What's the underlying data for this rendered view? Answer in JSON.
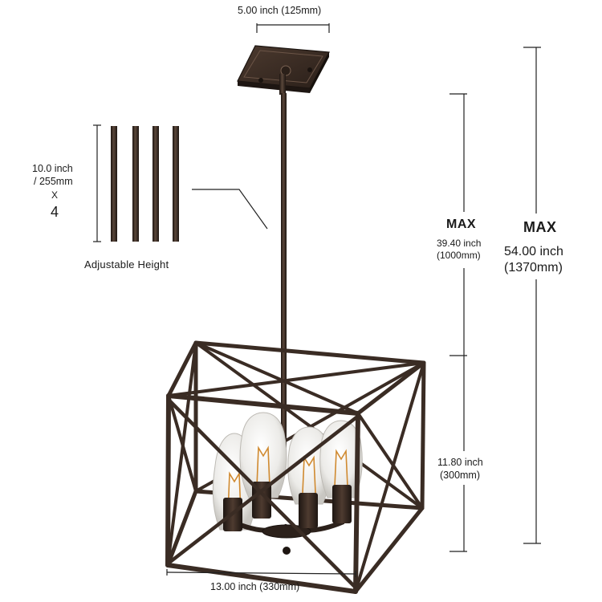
{
  "canopy_width": {
    "text": "5.00 inch (125mm)"
  },
  "extension_rods": {
    "length_line1": "10.0 inch",
    "length_line2": "/ 255mm",
    "times": "X",
    "count": "4",
    "caption": "Adjustable Height"
  },
  "max_rod_height": {
    "title": "MAX",
    "line1": "39.40 inch",
    "line2": "(1000mm)"
  },
  "max_total_height": {
    "title": "MAX",
    "line1": "54.00 inch",
    "line2": "(1370mm)"
  },
  "cage_height": {
    "line1": "11.80 inch",
    "line2": "(300mm)"
  },
  "cage_width": {
    "text": "13.00 inch (330mm)"
  },
  "colors": {
    "metal": "#3a2c24",
    "metal_dark": "#241a15",
    "metal_light": "#5a463a",
    "dimension_line": "#222222",
    "bulb_glass": "#f2f2f0",
    "filament": "#d08a30"
  },
  "icons": {
    "fixture": "pendant-light-icon",
    "bulb": "edison-bulb-icon"
  }
}
